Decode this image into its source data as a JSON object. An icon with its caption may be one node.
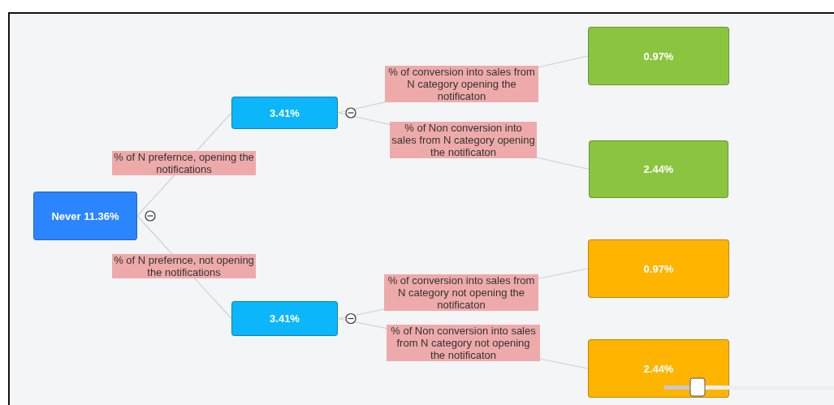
{
  "diagram": {
    "nodes": [
      {
        "text": [
          "Never 11.36%"
        ]
      },
      {
        "text": [
          "3.41%"
        ]
      },
      {
        "text": [
          "0.97%"
        ]
      },
      {
        "text": [
          "2.44%"
        ]
      },
      {
        "text": [
          "3.41%"
        ]
      },
      {
        "text": [
          "0.97%"
        ]
      },
      {
        "text": [
          "2.44%"
        ]
      }
    ],
    "edges": [
      {
        "from": 0,
        "to": 1,
        "arrow": "none",
        "label": "% of N prefernce, opening the notifications"
      },
      {
        "from": 0,
        "to": 4,
        "arrow": "none",
        "label": "% of N prefernce, not opening the notifications"
      },
      {
        "from": 1,
        "to": 2,
        "arrow": "none",
        "label": "% of conversion into sales from N category opening the notificaton"
      },
      {
        "from": 1,
        "to": 3,
        "arrow": "none",
        "label": "% of Non conversion into sales from N category opening the notificaton"
      },
      {
        "from": 4,
        "to": 5,
        "arrow": "none",
        "label": "% of conversion into sales from N category not opening the notificaton"
      },
      {
        "from": 4,
        "to": 6,
        "arrow": "none",
        "label": "% of Non conversion into sales from N category not opening the notificaton"
      }
    ]
  }
}
